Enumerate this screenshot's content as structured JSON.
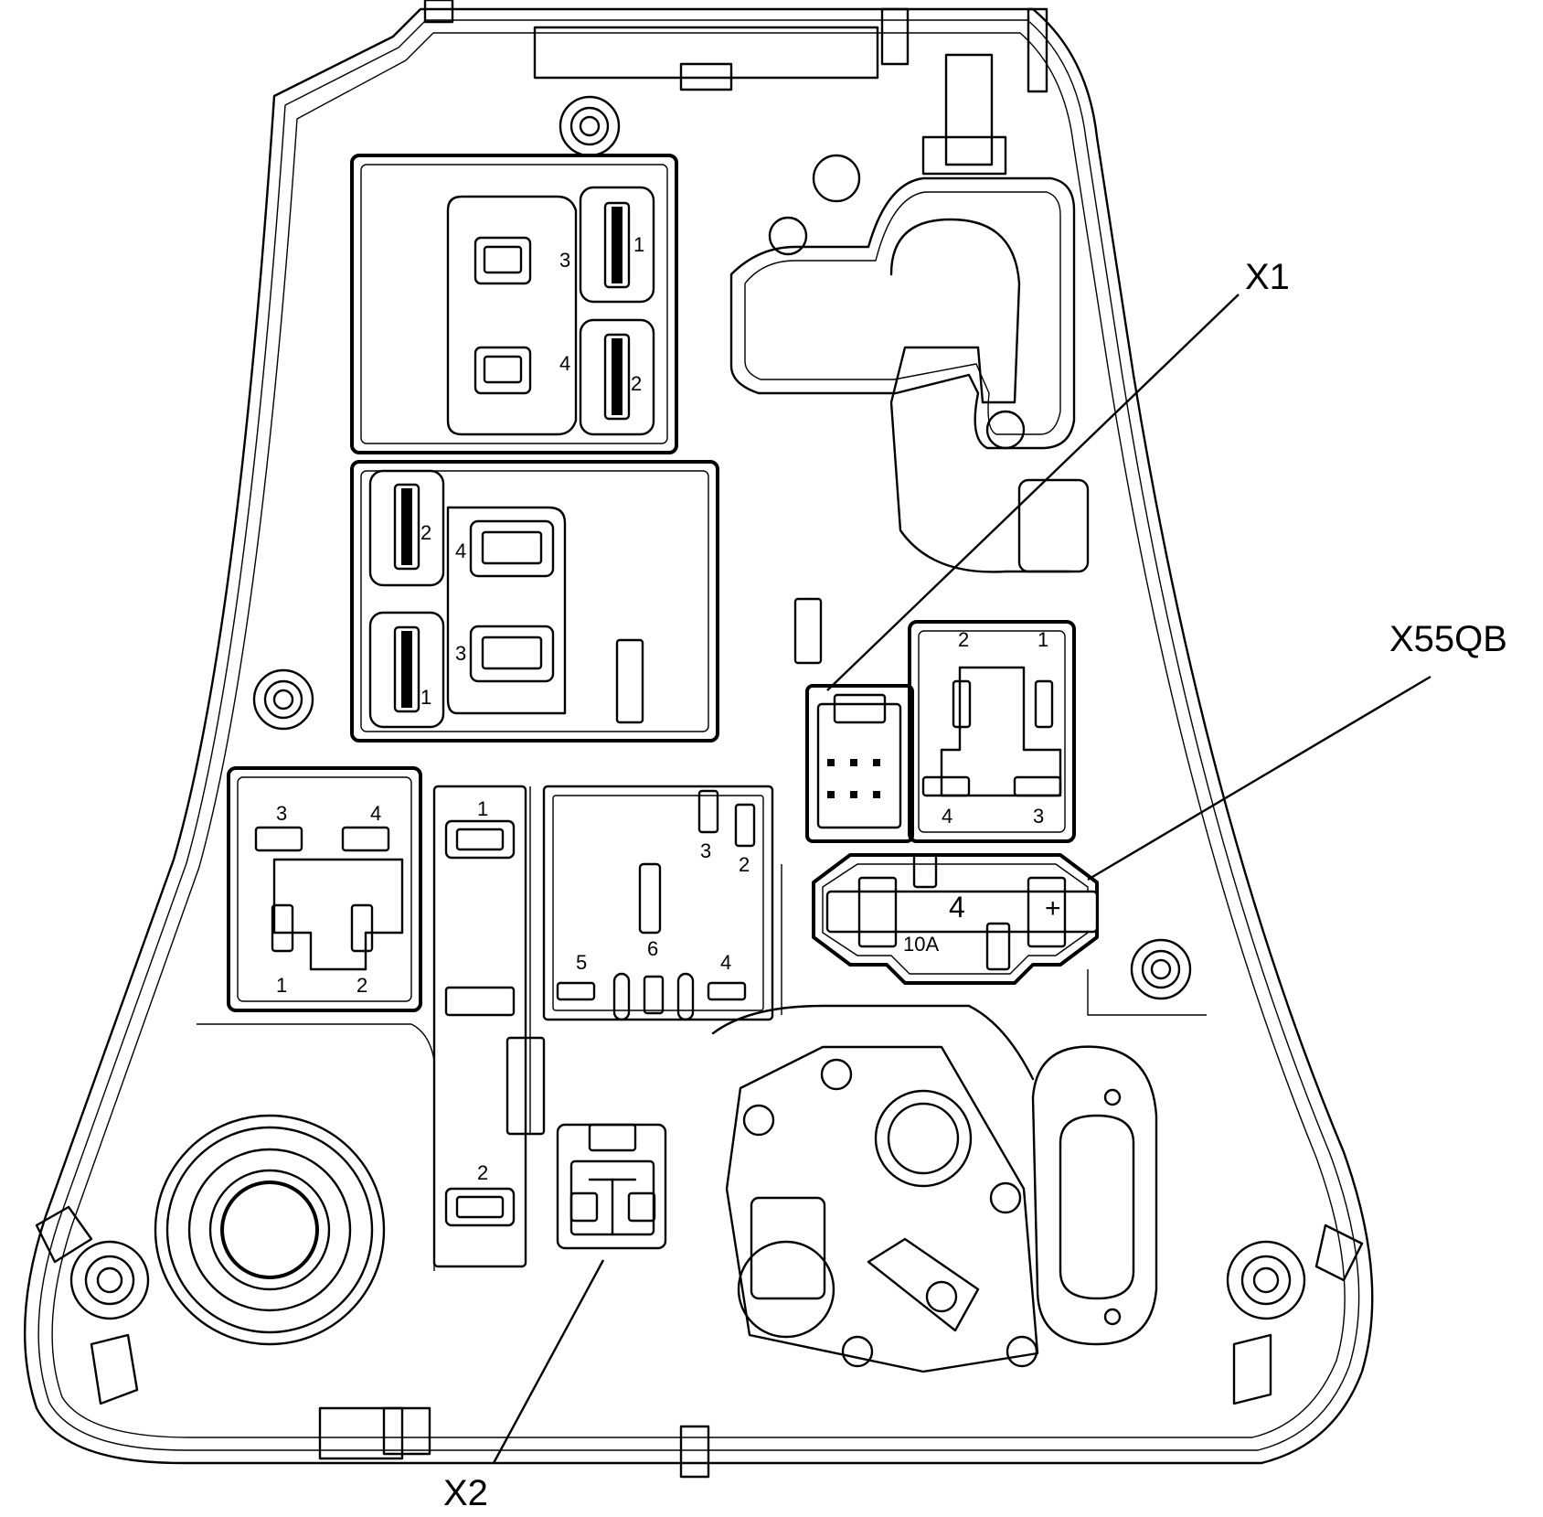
{
  "callouts": {
    "x1": "X1",
    "x55qb": "X55QB",
    "x2": "X2"
  },
  "relay_top": {
    "p1": "1",
    "p2": "2",
    "p3": "3",
    "p4": "4"
  },
  "relay_mid": {
    "p1": "1",
    "p2": "2",
    "p3": "3",
    "p4": "4"
  },
  "relay_left": {
    "p1": "1",
    "p2": "2",
    "p3": "3",
    "p4": "4"
  },
  "relay_right": {
    "p1": "1",
    "p2": "2",
    "p3": "3",
    "p4": "4"
  },
  "fuse_strip": {
    "f1": "1",
    "f2": "2"
  },
  "center_block": {
    "p2": "2",
    "p3": "3",
    "p4": "4",
    "p5": "5",
    "p6": "6"
  },
  "fuse": {
    "number": "4",
    "plus": "+",
    "rating": "10A"
  }
}
